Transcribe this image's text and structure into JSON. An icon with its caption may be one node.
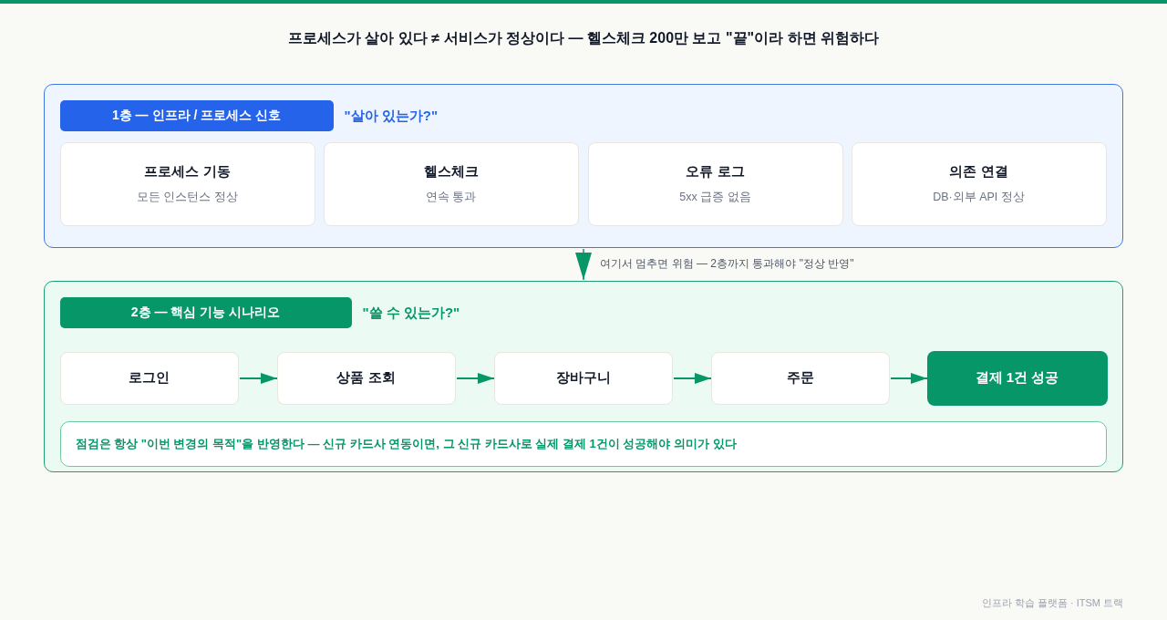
{
  "diagram": {
    "title": "프로세스가 살아 있다 ≠ 서비스가 정상이다 — 헬스체크 200만 보고 \"끝\"이라 하면 위험하다",
    "nodes": [
      {
        "text": [
          "\"살아 있는가?\""
        ]
      },
      {
        "text": [
          "1층 — 인프라 / 프로세스 신호"
        ],
        "in": 0
      },
      {
        "text": [
          "프로세스 기동",
          "모든 인스턴스 정상"
        ],
        "in": 0
      },
      {
        "text": [
          "헬스체크",
          "연속 통과"
        ],
        "in": 0
      },
      {
        "text": [
          "오류 로그",
          "5xx 급증 없음"
        ],
        "in": 0
      },
      {
        "text": [
          "의존 연결",
          "DB·외부 API 정상"
        ],
        "in": 0
      },
      {
        "text": [
          "\"쓸 수 있는가?\""
        ]
      },
      {
        "text": [
          "2층 — 핵심 기능 시나리오"
        ],
        "in": 6
      },
      {
        "text": [
          "로그인"
        ],
        "in": 6
      },
      {
        "text": [
          "상품 조회"
        ],
        "in": 6
      },
      {
        "text": [
          "장바구니"
        ],
        "in": 6
      },
      {
        "text": [
          "주문"
        ],
        "in": 6
      },
      {
        "text": [
          "결제 1건 성공"
        ],
        "in": 6
      },
      {
        "text": [
          "점검은 항상 \"이번 변경의 목적\"을 반영한다 — 신규 카드사 연동이면, 그 신규 카드사로 실제 결제 1건이 성공해야 의미가 있다"
        ],
        "in": 6
      }
    ],
    "edges": [
      {
        "from": 0,
        "to": 6,
        "arrow": "to",
        "label": "여기서 멈추면 위험 — 2층까지 통과해야 \"정상 반영\""
      },
      {
        "from": 8,
        "to": 9,
        "arrow": "to"
      },
      {
        "from": 9,
        "to": 10,
        "arrow": "to"
      },
      {
        "from": 10,
        "to": 11,
        "arrow": "to"
      },
      {
        "from": 11,
        "to": 12,
        "arrow": "to"
      }
    ],
    "labels": [
      "인프라 학습 플랫폼 · ITSM 트랙"
    ]
  }
}
